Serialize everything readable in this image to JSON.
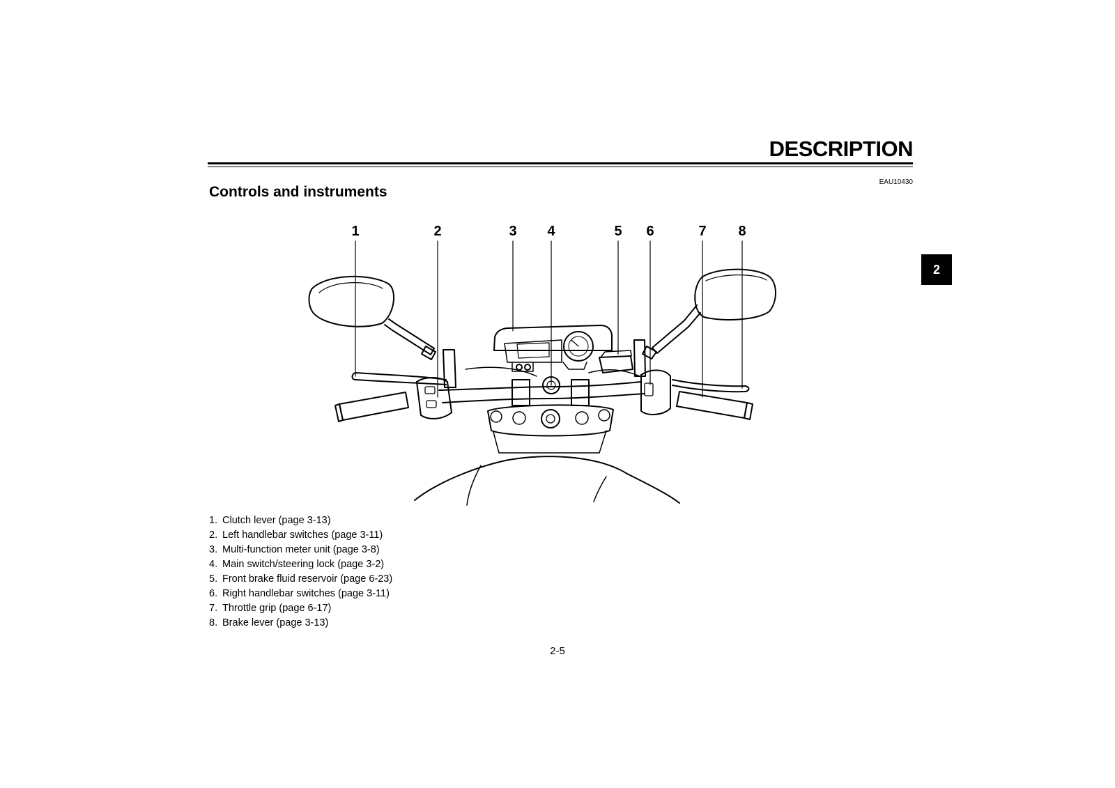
{
  "header": {
    "section_title": "DESCRIPTION",
    "reference_code": "EAU10430",
    "subsection_title": "Controls and instruments",
    "chapter_tab": "2"
  },
  "figure": {
    "callouts": [
      "1",
      "2",
      "3",
      "4",
      "5",
      "6",
      "7",
      "8"
    ]
  },
  "legend": [
    {
      "num": "1.",
      "text": "Clutch lever (page 3-13)"
    },
    {
      "num": "2.",
      "text": "Left handlebar switches (page 3-11)"
    },
    {
      "num": "3.",
      "text": "Multi-function meter unit (page 3-8)"
    },
    {
      "num": "4.",
      "text": "Main switch/steering lock (page 3-2)"
    },
    {
      "num": "5.",
      "text": "Front brake fluid reservoir (page 6-23)"
    },
    {
      "num": "6.",
      "text": "Right handlebar switches (page 3-11)"
    },
    {
      "num": "7.",
      "text": "Throttle grip (page 6-17)"
    },
    {
      "num": "8.",
      "text": "Brake lever (page 3-13)"
    }
  ],
  "footer": {
    "page_number": "2-5"
  }
}
